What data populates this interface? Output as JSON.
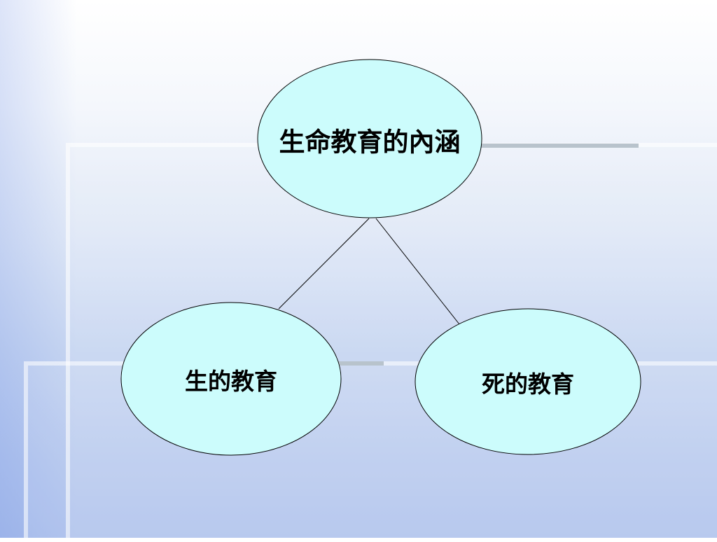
{
  "diagram": {
    "root": {
      "label": "生命教育的內涵"
    },
    "children": [
      {
        "label": "生的教育"
      },
      {
        "label": "死的教育"
      }
    ]
  },
  "colors": {
    "node_fill": "#ccfcfc",
    "node_stroke": "#000000",
    "connector": "#000000",
    "deco_bar": "#b8c3cc"
  }
}
